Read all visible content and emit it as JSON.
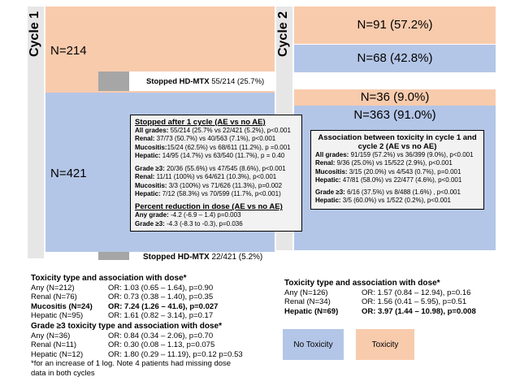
{
  "cycle1": {
    "label": "Cycle 1",
    "top_n": "N=214",
    "bottom_n": "N=421",
    "stopped_top_prefix": "Stopped HD-MTX",
    "stopped_top_value": "55/214 (25.7%)",
    "stopped_bottom_prefix": "Stopped HD-MTX",
    "stopped_bottom_value": "22/421 (5.2%)"
  },
  "cycle2": {
    "label": "Cycle 2",
    "peach_top": "N=91 (57.2%)",
    "blue_top": "N=68 (42.8%)",
    "peach_bottom": "N=36 (9.0%)",
    "blue_bottom": "N=363 (91.0%)"
  },
  "stopped_box": {
    "title": "Stopped after 1 cycle (AE vs no AE)",
    "group1": [
      {
        "label": "All grades:",
        "value": " 55/214 (25.7% vs 22/421 (5.2%), p<0.001"
      },
      {
        "label": "Renal:",
        "value": " 37/73 (50.7%) vs 40/563 (7.1%), p<0.001"
      },
      {
        "label": "Mucositis:",
        "value": "15/24 (62.5%) vs 68/611 (11.2%), p =0.001"
      },
      {
        "label": "Hepatic:",
        "value": " 14/95 (14.7%) vs 63/540 (11.7%), p = 0.40"
      }
    ],
    "group2": [
      {
        "label": "Grade ≥3:",
        "value": " 20/36 (55.6%) vs 47/545 (8.6%), p<0.001"
      },
      {
        "label": "Renal:",
        "value": " 11/11 (100%) vs 64/621 (10.3%), p<0.001"
      },
      {
        "label": "Mucositis:",
        "value": " 3/3 (100%) vs 71/626 (11.3%), p=0.002"
      },
      {
        "label": "Hepatic:",
        "value": " 7/12 (58.3%) vs 70/599 (11.7%, p<0.001)"
      }
    ],
    "reduction_title": "Percent reduction in dose (AE vs no AE)",
    "group3": [
      {
        "label": "Any grade:",
        "value": " -4.2 (-6.9 – 1.4) p=0.003"
      },
      {
        "label": "Grade ≥3:",
        "value": " -4.3 (-8.3 to -0.3), p=0.036"
      }
    ]
  },
  "assoc_box": {
    "title": "Association between toxicity in cycle 1 and cycle 2 (AE vs no AE)",
    "group1": [
      {
        "label": "All grades:",
        "value": " 91/159 (57.2%) vs 36/399 (9.0%), p<0.001"
      },
      {
        "label": "Renal:",
        "value": " 9/36 (25.0%) vs 15/522 (2.9%), p<0.001"
      },
      {
        "label": "Mucositis:",
        "value": " 3/15 (20.0%) vs 4/543 (0.7%), p=0.001"
      },
      {
        "label": "Hepatic:",
        "value": " 47/81 (58.0%) vs 22/477 (4.6%), p<0.001"
      }
    ],
    "group2": [
      {
        "label": "Grade ≥3:",
        "value": " 6/16 (37.5%) vs 8/488 (1.6%) , p<0.001"
      },
      {
        "label": "Hepatic:",
        "value": " 3/5 (60.0%) vs 1/522 (0.2%), p<0.001"
      }
    ]
  },
  "left_table": {
    "title1": "Toxicity type and association with dose*",
    "rows1": [
      {
        "label": "Any (N=212)",
        "value": "OR: 1.03 (0.65 – 1.64), p=0.90",
        "bold": false
      },
      {
        "label": "Renal (N=76)",
        "value": "OR: 0.73 (0.38 – 1.40), p=0.35",
        "bold": false
      },
      {
        "label": "Mucositis (N=24)",
        "value": "OR: 7.24 (1.26 – 41.6), p=0.027",
        "bold": true
      },
      {
        "label": "Hepatic (N=95)",
        "value": "OR: 1.61 (0.82 – 3.14), p=0.17",
        "bold": false
      }
    ],
    "title2": "Grade ≥3 toxicity type and association with dose*",
    "rows2": [
      {
        "label": "Any (N=36)",
        "value": "OR: 0.84 (0.34 – 2.06), p=0.70",
        "bold": false
      },
      {
        "label": "Renal (N=11)",
        "value": "OR: 0.30 (0.08 – 1.13, p=0.075",
        "bold": false
      },
      {
        "label": "Hepatic (N=12)",
        "value": "OR: 1.80 (0.29 – 11.19), p=0.12 p=0.53",
        "bold": false
      }
    ],
    "footnote_line1": "*for an increase of 1 log. Note 4 patients had missing dose",
    "footnote_line2": "data in both cycles"
  },
  "right_table": {
    "title": "Toxicity type and association with dose*",
    "rows": [
      {
        "label": "Any (N=126)",
        "value": "OR: 1.57 (0.84 – 12.94), p=0.16",
        "bold": false
      },
      {
        "label": "Renal (N=34)",
        "value": "OR: 1.56 (0.41 – 5.95), p=0.51",
        "bold": false
      },
      {
        "label": "Hepatic (N=69)",
        "value": "OR: 3.97 (1.44 – 10.98), p=0.008",
        "bold": true
      }
    ]
  },
  "legend": {
    "no_toxicity": "No Toxicity",
    "toxicity": "Toxicity"
  },
  "colors": {
    "toxicity": "#f8cbad",
    "no_toxicity": "#b4c6e7",
    "cycle_bar": "#e7e6e6",
    "stopped_marker": "#a6a6a6"
  }
}
